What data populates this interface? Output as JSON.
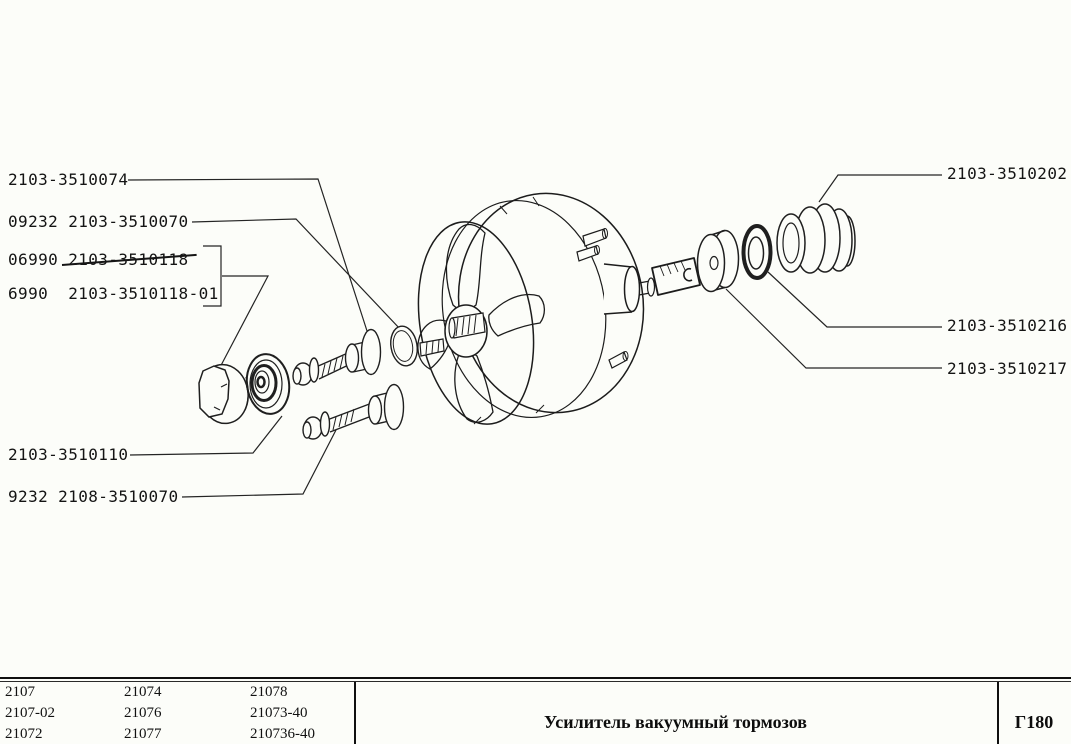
{
  "page": {
    "background": "#fcfdf9",
    "ink": "#1c1c1c"
  },
  "diagram": {
    "labels": [
      {
        "id": "2103-3510074",
        "text": "2103-3510074"
      },
      {
        "id": "09232-2103-3510070",
        "text": "09232 2103-3510070"
      },
      {
        "id": "06990-2103-3510118",
        "text": "06990 2103-3510118",
        "strikethrough": true
      },
      {
        "id": "6990-2103-3510118-01",
        "text": "6990  2103-3510118-01"
      },
      {
        "id": "2103-3510110",
        "text": "2103-3510110"
      },
      {
        "id": "9232-2108-3510070",
        "text": "9232 2108-3510070"
      },
      {
        "id": "2103-3510202",
        "text": "2103-3510202"
      },
      {
        "id": "2103-3510216",
        "text": "2103-3510216"
      },
      {
        "id": "2103-3510217",
        "text": "2103-3510217"
      }
    ]
  },
  "table": {
    "model_columns": [
      [
        "2107",
        "2107-02",
        "21072"
      ],
      [
        "21074",
        "21076",
        "21077"
      ],
      [
        "21078",
        "21073-40",
        "210736-40"
      ]
    ],
    "title": "Усилитель вакуумный тормозов",
    "sheet_code": "Г180"
  }
}
